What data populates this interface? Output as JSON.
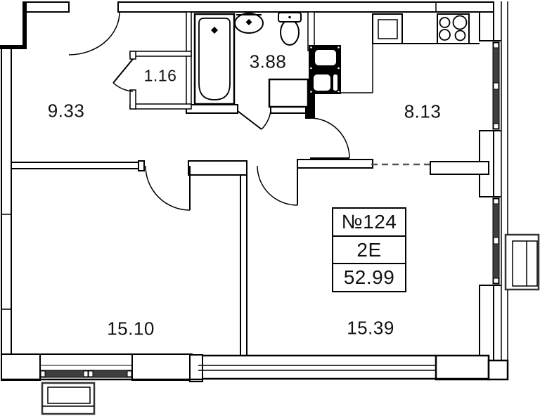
{
  "title": "Apartment floor plan",
  "unit": {
    "number": "№124",
    "layout_type": "2E",
    "total_area": "52.99"
  },
  "rooms": {
    "hall_room": {
      "label": "9.33"
    },
    "wardrobe": {
      "label": "1.16"
    },
    "bathroom": {
      "label": "3.88"
    },
    "kitchen": {
      "label": "8.13"
    },
    "bedroom": {
      "label": "15.10"
    },
    "living_room": {
      "label": "15.39"
    }
  },
  "fixtures": [
    "bathtub",
    "bathroom-sink",
    "toilet",
    "washing-machine",
    "vent-shaft",
    "kitchen-sink",
    "stove-4-burners",
    "window",
    "door-swing-arc",
    "balcony-basket",
    "ac-basket"
  ],
  "colors": {
    "line": "#000000",
    "background": "#ffffff",
    "glass": "#3e3e3e",
    "text": "#121212"
  }
}
